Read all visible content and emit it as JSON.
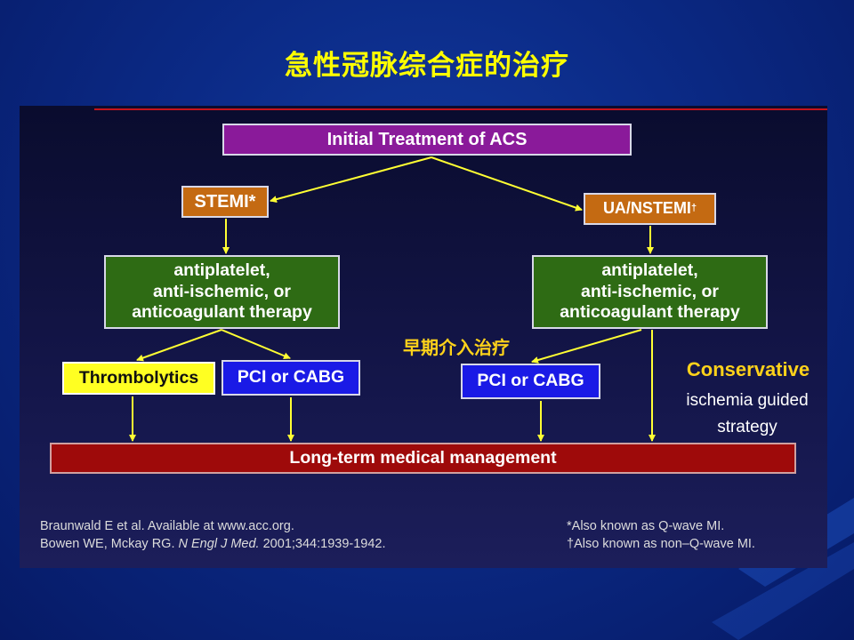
{
  "title": "急性冠脉综合症的治疗",
  "boxes": {
    "initial": "Initial Treatment of ACS",
    "stemi": "STEMI*",
    "ua_nstemi": "UA/NSTEMI",
    "ua_nstemi_mark": "†",
    "therapy_left": [
      "antiplatelet,",
      "anti-ischemic, or",
      "anticoagulant therapy"
    ],
    "therapy_right": [
      "antiplatelet,",
      "anti-ischemic, or",
      "anticoagulant therapy"
    ],
    "thrombolytics": "Thrombolytics",
    "pci_left": "PCI or CABG",
    "pci_right": "PCI or CABG",
    "long_term": "Long-term medical management"
  },
  "labels": {
    "early_intervention": "早期介入治疗",
    "conservative": "Conservative",
    "conservative_sub": [
      "ischemia guided",
      "strategy"
    ]
  },
  "references": {
    "left": {
      "line1": "Braunwald E et al. Available at www.acc.org.",
      "line2_pre": "Bowen WE, Mckay RG. ",
      "line2_journal": "N Engl J Med.",
      "line2_post": " 2001;344:1939-1942."
    },
    "right": {
      "line1": "*Also known as Q-wave MI.",
      "line2": "†Also known as non–Q-wave MI."
    }
  },
  "colors": {
    "background": "#0b2a86",
    "panel": "#14164a",
    "title": "#ffff00",
    "arrow": "#ffff33",
    "initial": "#8a1a9a",
    "stemi": "#c46a12",
    "therapy": "#2e6b14",
    "thrombolytics": "#ffff22",
    "pci": "#1a1ae6",
    "long_term": "#9e0a0a",
    "highlight_text": "#ffd21a"
  }
}
